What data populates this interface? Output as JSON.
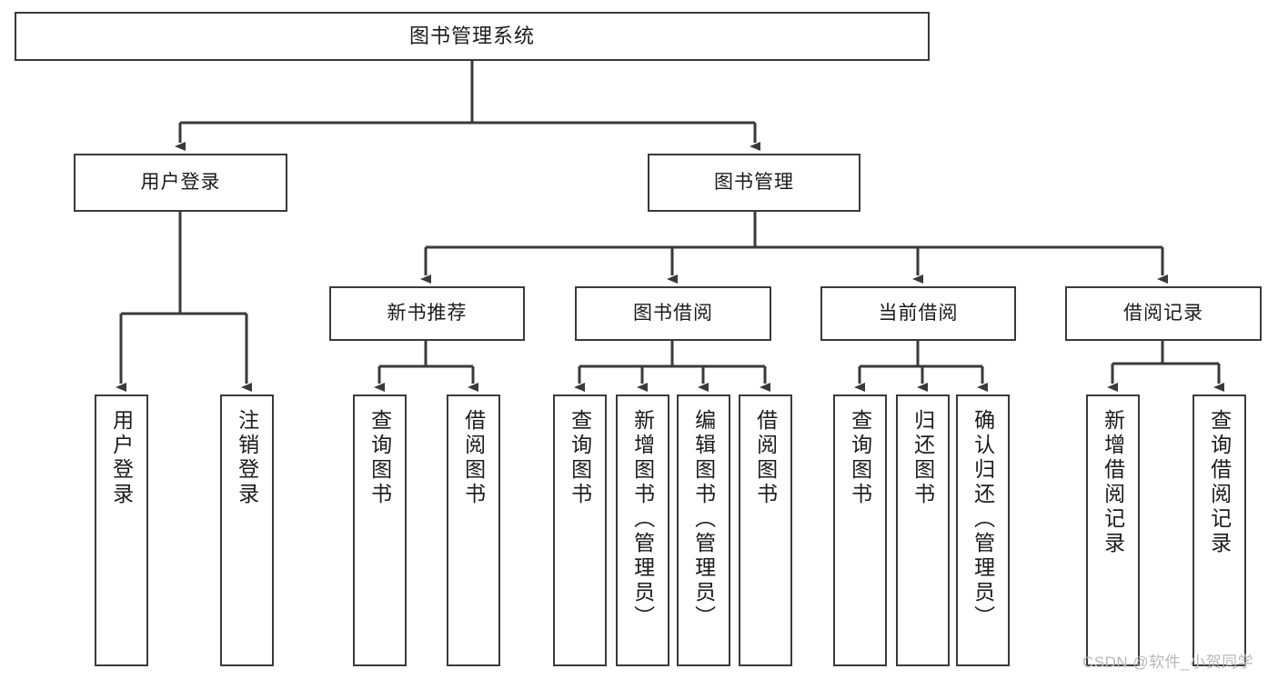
{
  "diagram": {
    "title": "图书管理系统",
    "type": "tree",
    "colors": {
      "box_border": "#3a3a3a",
      "box_fill": "#ffffff",
      "edge": "#3a3a3a",
      "text": "#1b1b1b",
      "watermark": "#b8b8b8"
    },
    "nodes": {
      "root": {
        "label": "图书管理系统"
      },
      "level2": [
        {
          "id": "user-login",
          "label": "用户登录"
        },
        {
          "id": "book-manage",
          "label": "图书管理"
        }
      ],
      "level3": [
        {
          "id": "new-book-recommend",
          "label": "新书推荐"
        },
        {
          "id": "book-borrow",
          "label": "图书借阅"
        },
        {
          "id": "current-borrow",
          "label": "当前借阅"
        },
        {
          "id": "borrow-record",
          "label": "借阅记录"
        }
      ],
      "leaves": {
        "user_login": [
          {
            "id": "leaf-user-login",
            "label": "用户登录"
          },
          {
            "id": "leaf-logout-login",
            "label": "注销登录"
          }
        ],
        "new_book_recommend": [
          {
            "id": "leaf-query-book-1",
            "label": "查询图书"
          },
          {
            "id": "leaf-borrow-book-1",
            "label": "借阅图书"
          }
        ],
        "book_borrow": [
          {
            "id": "leaf-query-book-2",
            "label": "查询图书"
          },
          {
            "id": "leaf-add-book",
            "label": "新增图书（管理员）"
          },
          {
            "id": "leaf-edit-book",
            "label": "编辑图书（管理员）"
          },
          {
            "id": "leaf-borrow-book-2",
            "label": "借阅图书"
          }
        ],
        "current_borrow": [
          {
            "id": "leaf-query-book-3",
            "label": "查询图书"
          },
          {
            "id": "leaf-return-book",
            "label": "归还图书"
          },
          {
            "id": "leaf-confirm-return",
            "label": "确认归还（管理员）"
          }
        ],
        "borrow_record": [
          {
            "id": "leaf-add-record",
            "label": "新增借阅记录"
          },
          {
            "id": "leaf-query-record",
            "label": "查询借阅记录"
          }
        ]
      }
    },
    "watermark": "CSDN @软件_小贺同学"
  }
}
